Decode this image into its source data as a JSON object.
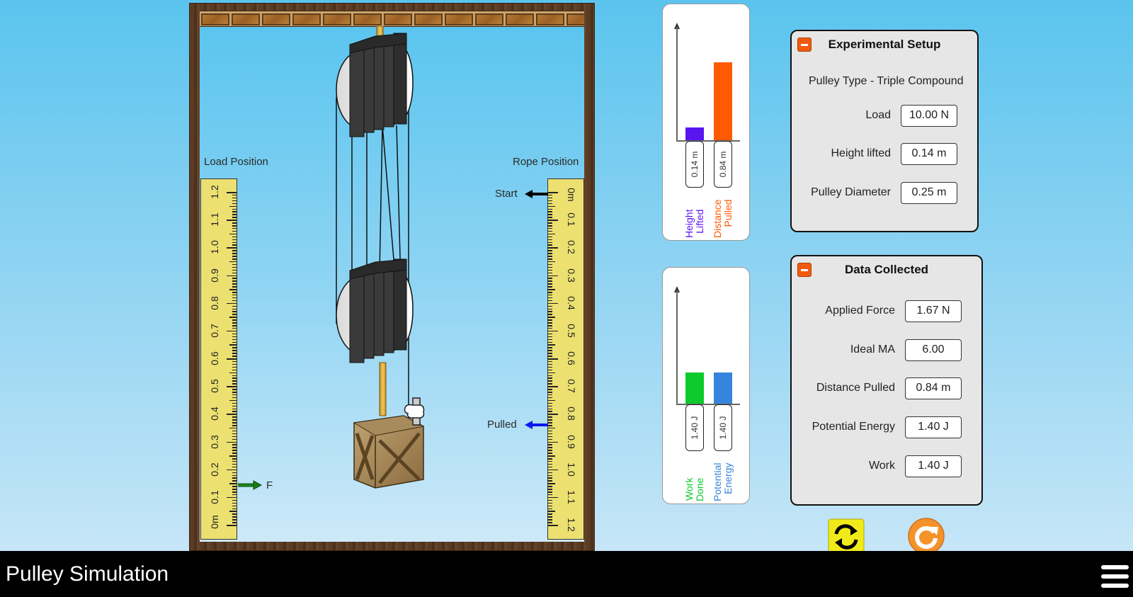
{
  "app": {
    "title": "Pulley Simulation"
  },
  "simulation": {
    "load_position_label": "Load Position",
    "rope_position_label": "Rope Position",
    "load_ruler_ticks": [
      "0m",
      "0.1",
      "0.2",
      "0.3",
      "0.4",
      "0.5",
      "0.6",
      "0.7",
      "0.8",
      "0.9",
      "1.0",
      "1.1",
      "1.2"
    ],
    "rope_ruler_ticks": [
      "0m",
      "0.1",
      "0.2",
      "0.3",
      "0.4",
      "0.5",
      "0.6",
      "0.7",
      "0.8",
      "0.9",
      "1.0",
      "1.1",
      "1.2"
    ],
    "force_marker_label": "F",
    "force_marker_position_m": 0.14,
    "start_marker_label": "Start",
    "start_marker_position_m": 0.0,
    "pulled_marker_label": "Pulled",
    "pulled_marker_position_m": 0.84,
    "colors": {
      "force_arrow": "#1c7a1c",
      "start_arrow": "#000000",
      "pulled_arrow": "#0a18f0"
    }
  },
  "chart_data": [
    {
      "type": "bar",
      "title": "",
      "categories": [
        "Height Lifted",
        "Distance Pulled"
      ],
      "values": [
        0.14,
        0.84
      ],
      "value_labels": [
        "0.14 m",
        "0.84 m"
      ],
      "units": "m",
      "colors": [
        "#5a14f0",
        "#ff5a00"
      ],
      "xlabel": "",
      "ylabel": "",
      "grid": false
    },
    {
      "type": "bar",
      "title": "",
      "categories": [
        "Work Done",
        "Potential Energy"
      ],
      "values": [
        1.4,
        1.4
      ],
      "value_labels": [
        "1.40 J",
        "1.40 J"
      ],
      "units": "J",
      "colors": [
        "#0ccb2a",
        "#3585dc"
      ],
      "xlabel": "",
      "ylabel": "",
      "grid": false
    }
  ],
  "graphs": {
    "distance": {
      "bars": [
        {
          "label_line1": "Height",
          "label_line2": "Lifted",
          "value": "0.14 m",
          "color": "#5a14f0"
        },
        {
          "label_line1": "Distance",
          "label_line2": "Pulled",
          "value": "0.84 m",
          "color": "#ff5a00"
        }
      ]
    },
    "energy": {
      "bars": [
        {
          "label_line1": "Work",
          "label_line2": "Done",
          "value": "1.40 J",
          "color": "#0ccb2a"
        },
        {
          "label_line1": "Potential",
          "label_line2": "Energy",
          "value": "1.40 J",
          "color": "#3585dc"
        }
      ]
    }
  },
  "setup_panel": {
    "title": "Experimental Setup",
    "pulley_type": "Pulley Type - Triple Compound",
    "rows": [
      {
        "label": "Load",
        "value": "10.00 N"
      },
      {
        "label": "Height lifted",
        "value": "0.14 m"
      },
      {
        "label": "Pulley Diameter",
        "value": "0.25 m"
      }
    ]
  },
  "data_panel": {
    "title": "Data Collected",
    "rows": [
      {
        "label": "Applied Force",
        "value": "1.67 N"
      },
      {
        "label": "Ideal MA",
        "value": "6.00"
      },
      {
        "label": "Distance Pulled",
        "value": "0.84 m"
      },
      {
        "label": "Potential Energy",
        "value": "1.40 J"
      },
      {
        "label": "Work",
        "value": "1.40 J"
      }
    ]
  },
  "controls": {
    "swap_button_icon": "cycle-arrows-icon",
    "reset_button_icon": "reset-icon"
  }
}
